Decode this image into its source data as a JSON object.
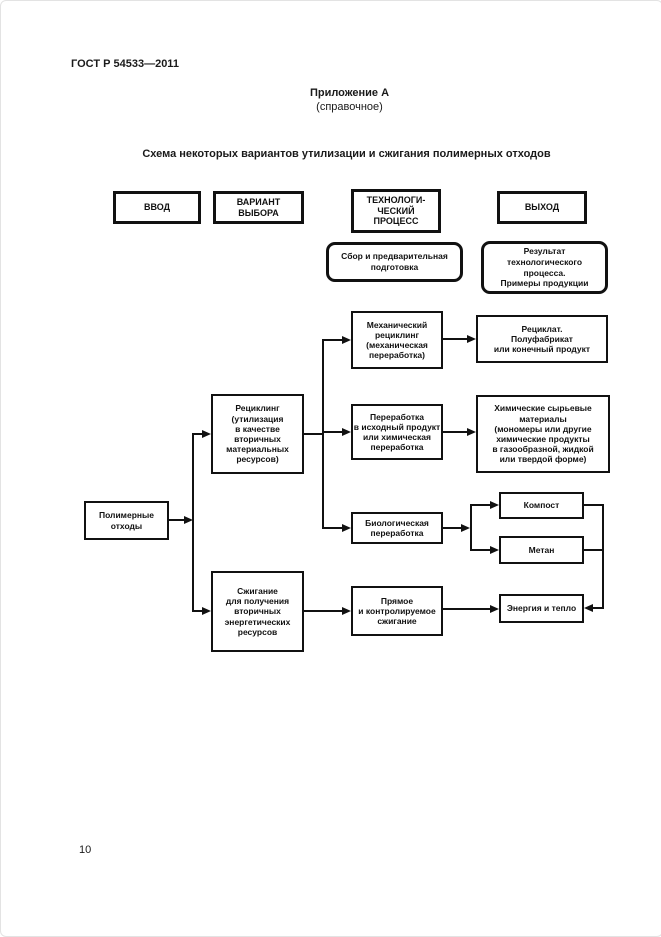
{
  "document": {
    "standard_number": "ГОСТ Р 54533—2011",
    "appendix_label": "Приложение А",
    "appendix_type": "(справочное)",
    "diagram_title": "Схема некоторых вариантов утилизации и сжигания полимерных отходов",
    "page_number": "10"
  },
  "diagram": {
    "legend": {
      "input": "ВВОД",
      "choice_option": "ВАРИАНТ\nВЫБОРА",
      "tech_process": "ТЕХНОЛОГИ-\nЧЕСКИЙ\nПРОЦЕСС",
      "output": "ВЫХОД",
      "collection": "Сбор и предварительная\nподготовка",
      "result": "Результат\nтехнологического\nпроцесса.\nПримеры продукции"
    },
    "nodes": {
      "polymer_waste": "Полимерные\nотходы",
      "recycling": "Рециклинг\n(утилизация\nв качестве\nвторичных\nматериальных\nресурсов)",
      "incineration": "Сжигание\nдля получения\nвторичных\nэнергетических\nресурсов",
      "mechanical": "Механический\nрециклинг\n(механическая\nпереработка)",
      "feedstock": "Переработка\nв исходный продукт\nили химическая\nпереработка",
      "biological": "Биологическая\nпереработка",
      "direct_burning": "Прямое\nи контролируемое\nсжигание",
      "recyclate": "Рециклат.\nПолуфабрикат\nили конечный продукт",
      "chemical_raw": "Химические сырьевые\nматериалы\n(мономеры или другие\nхимические продукты\nв газообразной, жидкой\nили твердой форме)",
      "compost": "Компост",
      "methane": "Метан",
      "energy": "Энергия и тепло"
    },
    "line_color": "#111111",
    "background_color": "#ffffff"
  }
}
